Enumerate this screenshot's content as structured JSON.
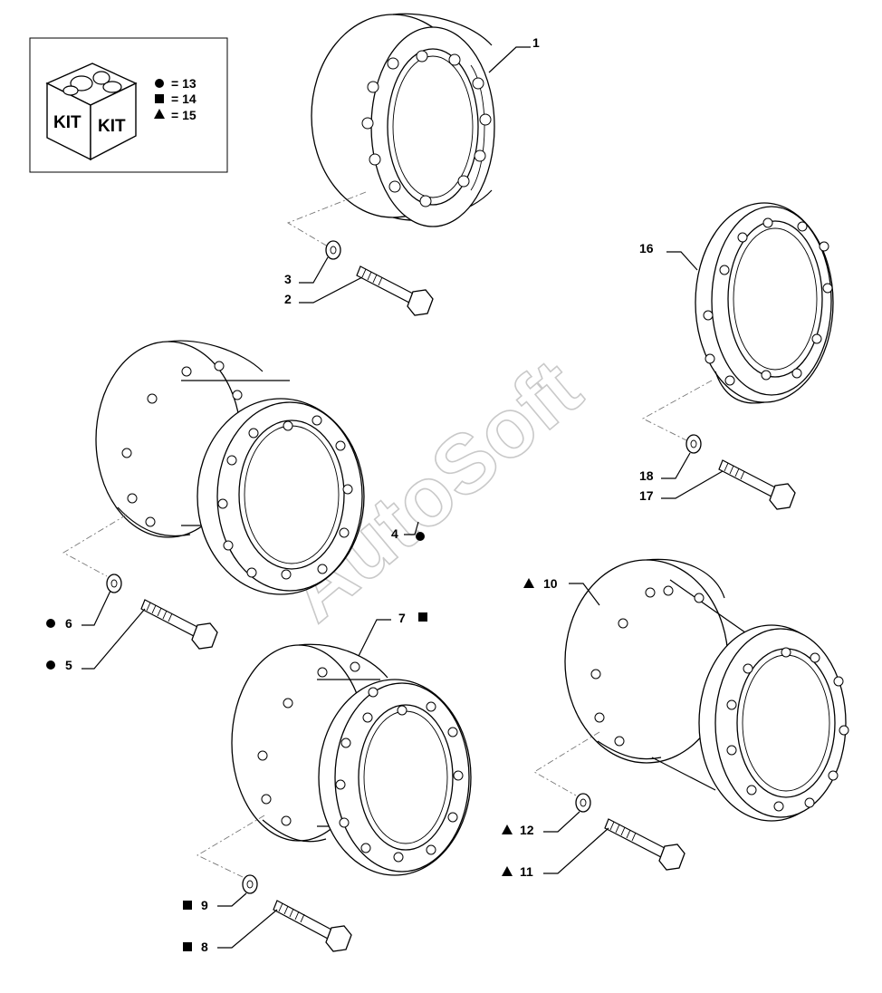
{
  "kit": {
    "box_text_left": "KIT",
    "box_text_right": "KIT",
    "legend": [
      {
        "symbol": "circle",
        "text": "= 13"
      },
      {
        "symbol": "square",
        "text": "= 14"
      },
      {
        "symbol": "triangle",
        "text": "= 15"
      }
    ]
  },
  "watermark": "AutoSoft",
  "callouts": [
    {
      "id": "c1",
      "text": "1",
      "symbol": ""
    },
    {
      "id": "c2",
      "text": "2",
      "symbol": ""
    },
    {
      "id": "c3",
      "text": "3",
      "symbol": ""
    },
    {
      "id": "c4",
      "text": "4",
      "symbol": "circle"
    },
    {
      "id": "c5",
      "text": "5",
      "symbol": "circle"
    },
    {
      "id": "c6",
      "text": "6",
      "symbol": "circle"
    },
    {
      "id": "c7",
      "text": "7",
      "symbol": "square"
    },
    {
      "id": "c8",
      "text": "8",
      "symbol": "square"
    },
    {
      "id": "c9",
      "text": "9",
      "symbol": "square"
    },
    {
      "id": "c10",
      "text": "10",
      "symbol": "triangle"
    },
    {
      "id": "c11",
      "text": "11",
      "symbol": "triangle"
    },
    {
      "id": "c12",
      "text": "12",
      "symbol": "triangle"
    },
    {
      "id": "c16",
      "text": "16",
      "symbol": ""
    },
    {
      "id": "c17",
      "text": "17",
      "symbol": ""
    },
    {
      "id": "c18",
      "text": "18",
      "symbol": ""
    }
  ]
}
